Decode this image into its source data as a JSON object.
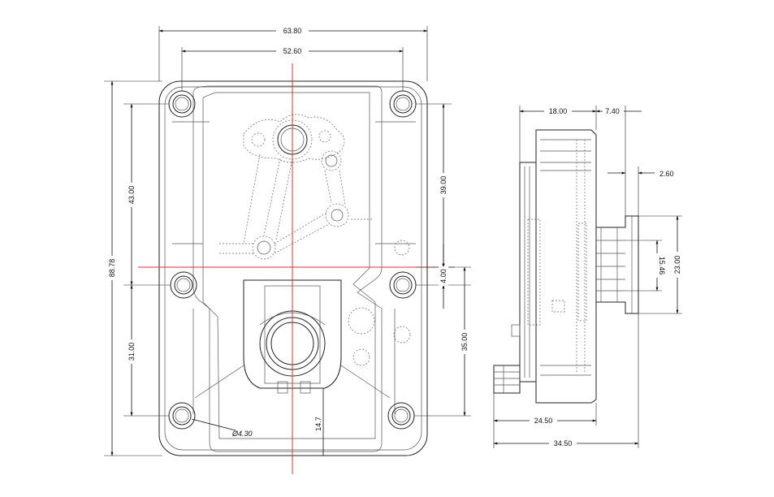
{
  "dimensions": {
    "overall_width": "63.80",
    "hole_spacing_width": "52.60",
    "overall_height": "88.78",
    "left_upper": "43.00",
    "left_lower": "31.00",
    "right_upper": "39.00",
    "right_mid": "4.00",
    "right_lower": "35.00",
    "slot": "14.7",
    "hole_dia": "Ø4.30",
    "side_top_left": "18.00",
    "side_top_right": "7.40",
    "side_step": "2.60",
    "shaft_outer": "23.00",
    "shaft_inner": "15.46",
    "side_bottom_1": "24.50",
    "side_bottom_2": "34.50"
  },
  "colors": {
    "centerline": "#e03030",
    "lines": "#222222"
  }
}
